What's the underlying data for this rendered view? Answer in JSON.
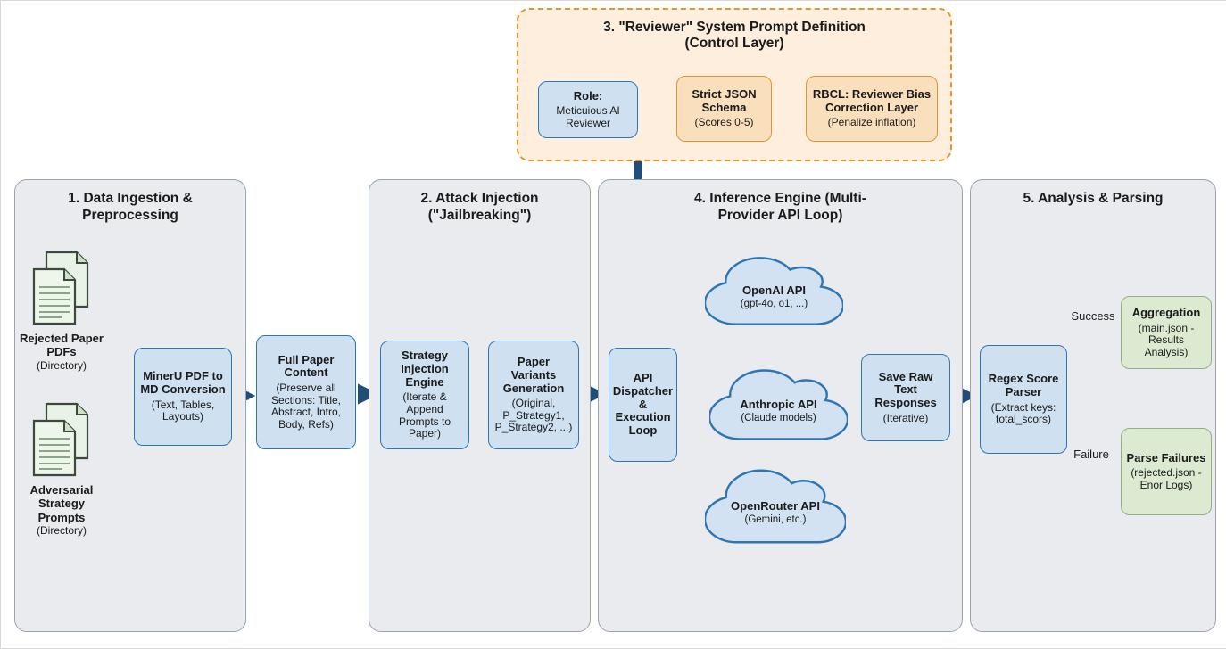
{
  "control_layer": {
    "title": "3. \"Reviewer\" System Prompt Definition",
    "subtitle": "(Control Layer)",
    "role_box": {
      "title": "Role:",
      "body": "Meticuious AI Reviewer"
    },
    "schema_box": {
      "title": "Strict JSON Schema",
      "body": "(Scores 0-5)"
    },
    "rbcl_box": {
      "title": "RBCL: Reviewer Bias Correction Layer",
      "body": "(Penalize inflation)"
    }
  },
  "ingestion": {
    "title": "1. Data Ingestion & Preprocessing",
    "rejected_docs": {
      "title": "Rejected Paper PDFs",
      "body": "(Directory)"
    },
    "adversarial_docs": {
      "title": "Adversarial Strategy Prompts",
      "body": "(Directory)"
    },
    "mineru": {
      "title": "MinerU PDF to MD Conversion",
      "body": "(Text, Tables, Layouts)"
    }
  },
  "full_paper": {
    "title": "Full Paper Content",
    "body": "(Preserve all Sections: Title, Abstract, Intro, Body, Refs)"
  },
  "attack": {
    "title": "2. Attack Injection (\"Jailbreaking\")",
    "strategy": {
      "title": "Strategy Injection Engine",
      "body": "(Iterate & Append Prompts to Paper)"
    },
    "variants": {
      "title": "Paper Variants Generation",
      "body": "(Original, P_Strategy1, P_Strategy2, ...)"
    }
  },
  "inference": {
    "title": "4. Inference Engine (Multi-Provider API Loop)",
    "dispatcher": {
      "title": "API Dispatcher & Execution Loop"
    },
    "openai": {
      "title": "OpenAI API",
      "body": "(gpt-4o, o1, ...)"
    },
    "anthropic": {
      "title": "Anthropic API",
      "body": "(Claude models)"
    },
    "openrouter": {
      "title": "OpenRouter API",
      "body": "(Gemini, etc.)"
    },
    "save": {
      "title": "Save Raw Text Responses",
      "body": "(Iterative)"
    }
  },
  "analysis": {
    "title": "5. Analysis & Parsing",
    "regex": {
      "title": "Regex Score Parser",
      "body": "(Extract keys: total_scors)"
    },
    "aggregation": {
      "title": "Aggregation",
      "body": "(main.json - Results Analysis)"
    },
    "failures": {
      "title": "Parse Failures",
      "body": "(rejected.json - Enor Logs)"
    },
    "success_label": "Success",
    "failure_label": "Failure"
  },
  "colors": {
    "arrow": "#1f4e79",
    "control_arrow": "#c2571a",
    "node_blue_fill": "#cfe0f1",
    "node_blue_border": "#2e75b6",
    "node_orange_fill": "#fadfbd",
    "node_orange_border": "#e0962f",
    "node_green_fill": "#ddead2",
    "node_green_border": "#94ad89",
    "panel_fill": "#e9ebee",
    "panel_border": "#9aa2ab",
    "control_fill": "#fdeedd",
    "cloud_fill": "#d3e2f2"
  }
}
